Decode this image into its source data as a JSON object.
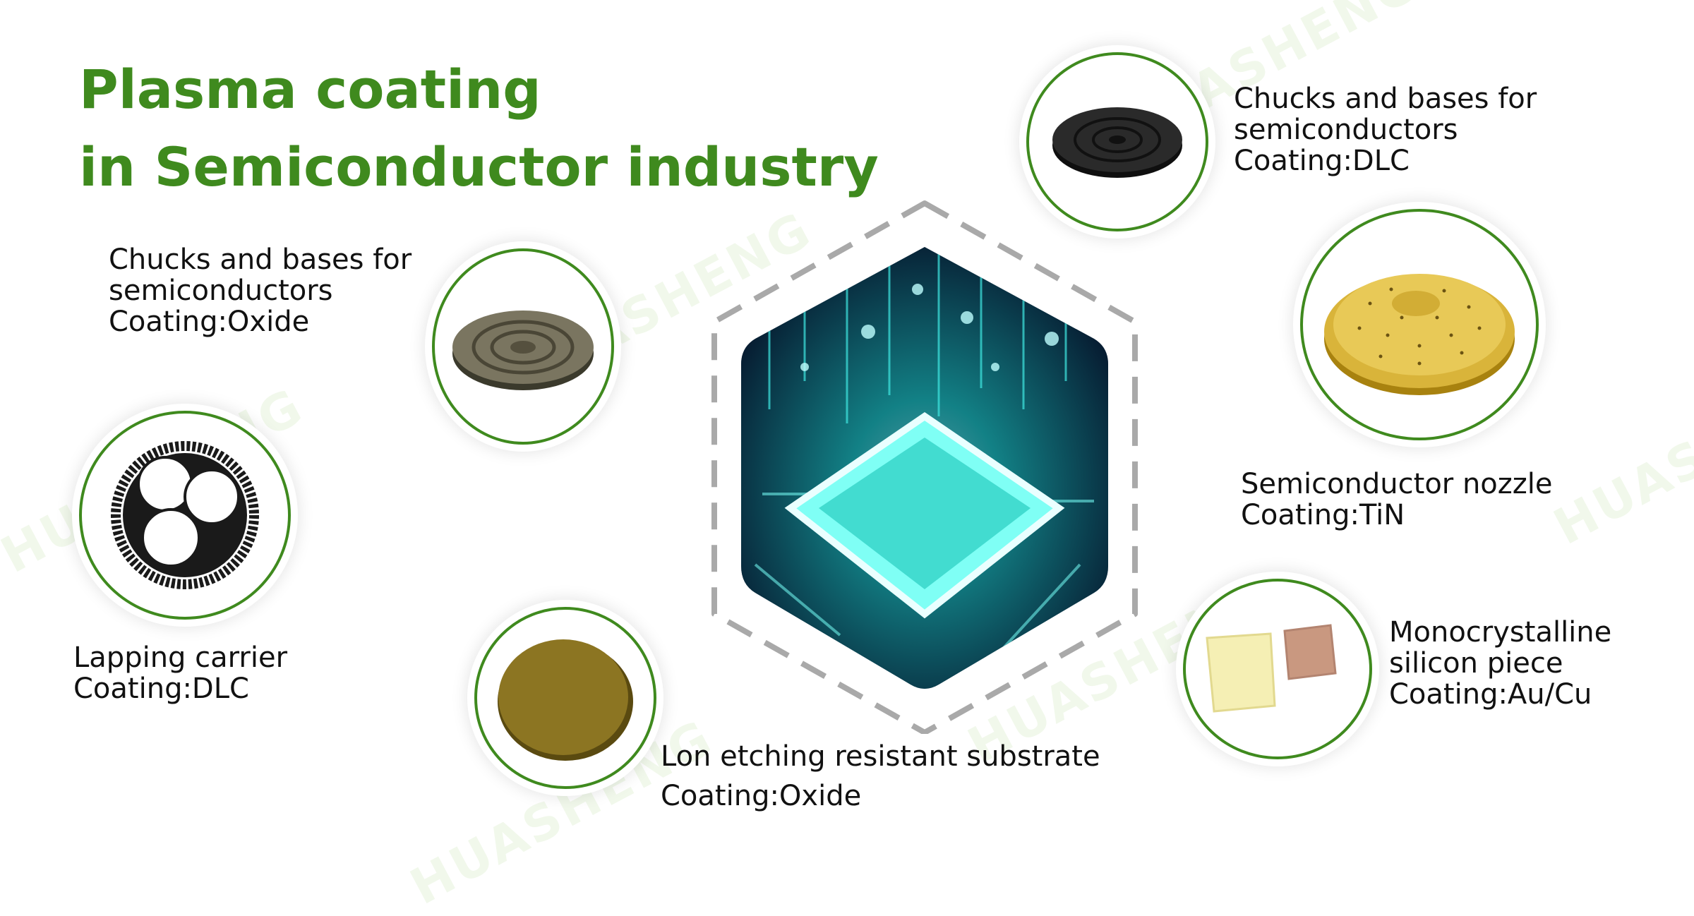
{
  "title": {
    "line1": "Plasma coating",
    "line2": "in Semiconductor industry"
  },
  "watermark": "HUASHENG",
  "items": [
    {
      "id": "chuck-oxide",
      "line1": "Chucks and bases for",
      "line2": "semiconductors",
      "line3": "Coating:Oxide"
    },
    {
      "id": "chuck-dlc",
      "line1": "Chucks and bases for",
      "line2": "semiconductors",
      "line3": "Coating:DLC"
    },
    {
      "id": "nozzle-tin",
      "line1": "Semiconductor nozzle",
      "line2": "Coating:TiN"
    },
    {
      "id": "lapping-dlc",
      "line1": "Lapping carrier",
      "line2": "Coating:DLC"
    },
    {
      "id": "substrate-oxide",
      "line1": "Lon etching resistant substrate",
      "line2": "Coating:Oxide"
    },
    {
      "id": "silicon-aucu",
      "line1": "Monocrystalline",
      "line2": "silicon piece",
      "line3": "Coating:Au/Cu"
    }
  ],
  "colors": {
    "brand_green": "#3f8a1e",
    "hex_dash": "#a9a9a9"
  }
}
